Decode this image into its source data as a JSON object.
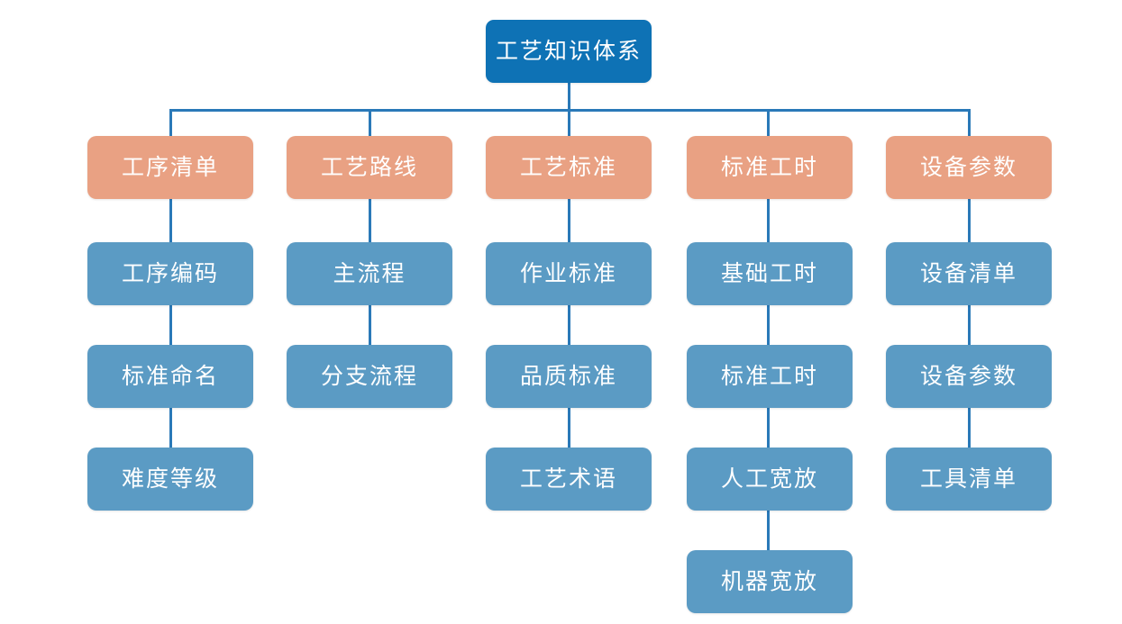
{
  "diagram": {
    "title": "工艺知识体系",
    "type": "tree-org-chart",
    "colors": {
      "root": "#0E72B5",
      "level2": "#E9A183",
      "level3": "#5B9BC4",
      "connector": "#2A79B8",
      "background": "#FFFFFF",
      "text": "#FFFFFF"
    },
    "root": {
      "label": "工艺知识体系"
    },
    "branches": [
      {
        "label": "工序清单",
        "children": [
          {
            "label": "工序编码"
          },
          {
            "label": "标准命名"
          },
          {
            "label": "难度等级"
          }
        ]
      },
      {
        "label": "工艺路线",
        "children": [
          {
            "label": "主流程"
          },
          {
            "label": "分支流程"
          }
        ]
      },
      {
        "label": "工艺标准",
        "children": [
          {
            "label": "作业标准"
          },
          {
            "label": "品质标准"
          },
          {
            "label": "工艺术语"
          }
        ]
      },
      {
        "label": "标准工时",
        "children": [
          {
            "label": "基础工时"
          },
          {
            "label": "标准工时"
          },
          {
            "label": "人工宽放"
          },
          {
            "label": "机器宽放"
          }
        ]
      },
      {
        "label": "设备参数",
        "children": [
          {
            "label": "设备清单"
          },
          {
            "label": "设备参数"
          },
          {
            "label": "工具清单"
          }
        ]
      }
    ]
  }
}
